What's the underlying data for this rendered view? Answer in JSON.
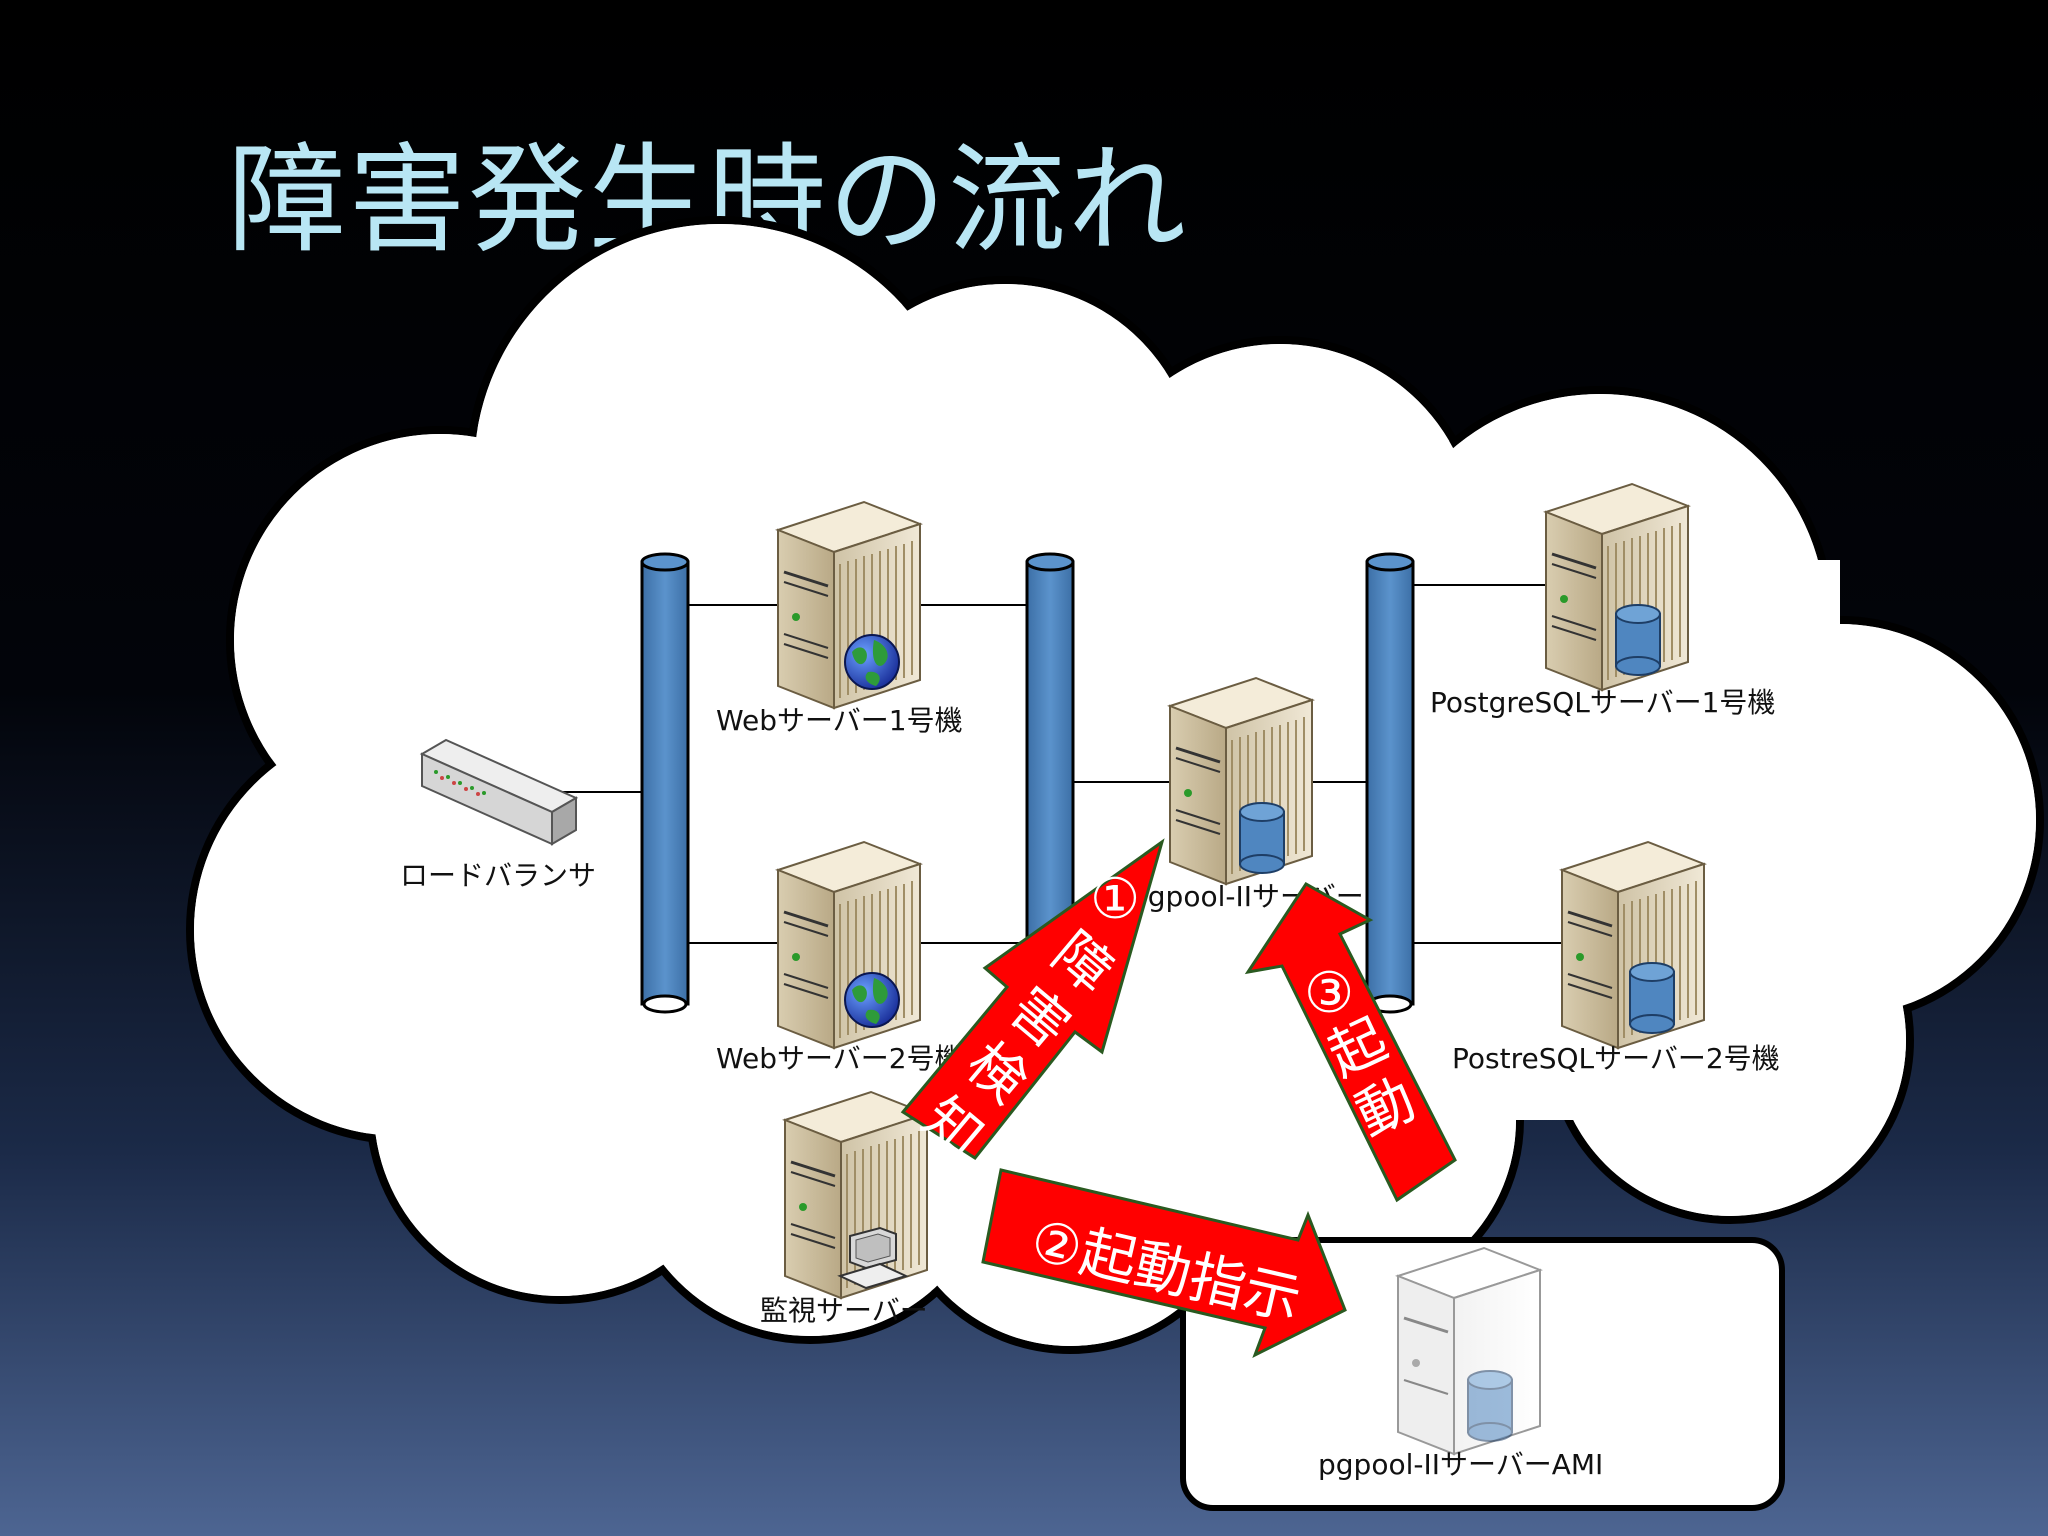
{
  "title": "障害発生時の流れ",
  "nodes": {
    "load_balancer": "ロードバランサ",
    "web1": "Webサーバー1号機",
    "web2": "Webサーバー2号機",
    "pgpool": "pgpool-IIサーバー",
    "pg1": "PostgreSQLサーバー1号機",
    "pg2": "PostreSQLサーバー2号機",
    "monitor": "監視サーバー",
    "ami": "pgpool-IIサーバーAMI"
  },
  "arrows": {
    "detect_num": "①",
    "detect": [
      "障",
      "害",
      "検",
      "知"
    ],
    "start_cmd": "②起動指示",
    "start_num": "③",
    "start": [
      "起",
      "動"
    ]
  },
  "colors": {
    "title": "#b8e6f4",
    "arrow_fill": "#ff0000",
    "bus": "#4f86c0",
    "server": "#e6dcc3"
  },
  "icons": [
    "server-icon",
    "globe-icon",
    "database-icon",
    "workstation-icon",
    "load-balancer-icon"
  ]
}
